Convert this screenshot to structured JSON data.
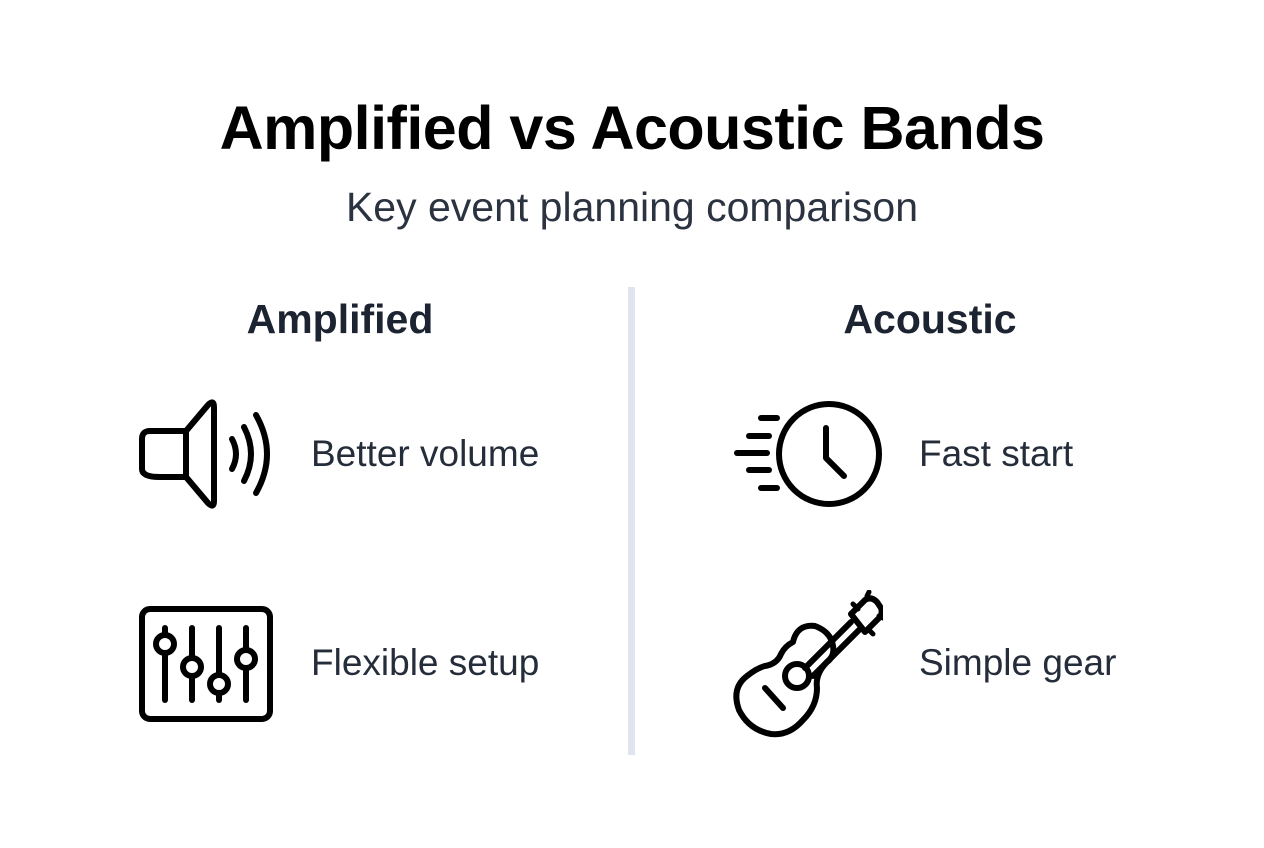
{
  "header": {
    "title": "Amplified vs Acoustic Bands",
    "subtitle": "Key event planning comparison"
  },
  "columns": [
    {
      "heading": "Amplified",
      "items": [
        {
          "label": "Better volume",
          "icon": "speaker-volume-icon"
        },
        {
          "label": "Flexible setup",
          "icon": "mixer-sliders-icon"
        }
      ]
    },
    {
      "heading": "Acoustic",
      "items": [
        {
          "label": "Fast start",
          "icon": "fast-clock-icon"
        },
        {
          "label": "Simple gear",
          "icon": "acoustic-guitar-icon"
        }
      ]
    }
  ],
  "colors": {
    "title": "#000000",
    "subtitle": "#2b3240",
    "heading": "#1c2331",
    "label": "#262d3a",
    "divider": "#dfe4ee",
    "icon_stroke": "#000000",
    "background": "#ffffff"
  }
}
